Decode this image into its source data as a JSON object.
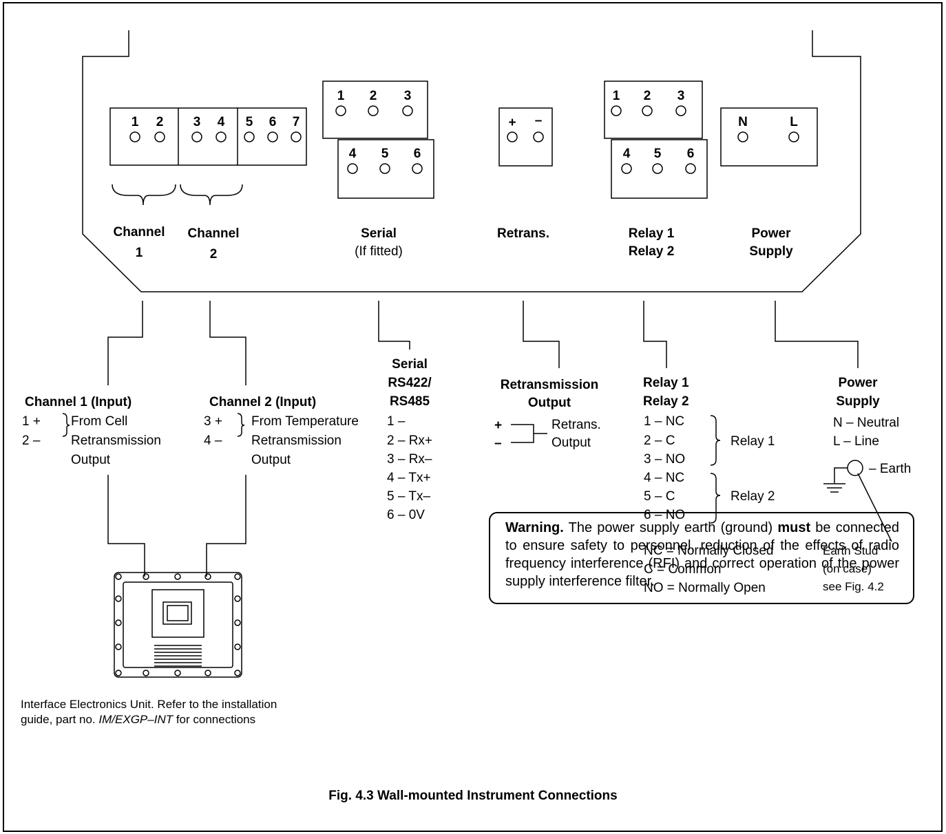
{
  "channel1": {
    "t1": "1",
    "t2": "2",
    "label1": "Channel",
    "label2": "1",
    "heading": "Channel 1 (Input)",
    "r1": "1  +",
    "r2": "2  –",
    "d1": "From Cell",
    "d2": "Retransmission",
    "d3": "Output"
  },
  "channel2": {
    "t3": "3",
    "t4": "4",
    "label1": "Channel",
    "label2": "2",
    "heading": "Channel 2 (Input)",
    "r1": "3  +",
    "r2": "4  –",
    "d1": "From Temperature",
    "d2": "Retransmission",
    "d3": "Output"
  },
  "aux": {
    "t5": "5",
    "t6": "6",
    "t7": "7"
  },
  "serial": {
    "top": [
      "1",
      "2",
      "3"
    ],
    "bottom": [
      "4",
      "5",
      "6"
    ],
    "label": "Serial",
    "sub": "(If fitted)",
    "h1": "Serial",
    "h2": "RS422/",
    "h3": "RS485",
    "rows": [
      "1  –",
      "2  –  Rx+",
      "3  –  Rx–",
      "4  –  Tx+",
      "5  –  Tx–",
      "6  –  0V"
    ]
  },
  "retrans": {
    "plus": "+",
    "minus": "–",
    "label": "Retrans.",
    "h1": "Retransmission",
    "h2": "Output",
    "d1": "Retrans.",
    "d2": "Output"
  },
  "relay": {
    "top": [
      "1",
      "2",
      "3"
    ],
    "bottom": [
      "4",
      "5",
      "6"
    ],
    "label1": "Relay 1",
    "label2": "Relay 2",
    "h1": "Relay 1",
    "h2": "Relay 2",
    "rows": [
      "1  –  NC",
      "2  –  C",
      "3  –  NO",
      "4  –  NC",
      "5  –  C",
      "6  –  NO"
    ],
    "g1": "Relay 1",
    "g2": "Relay 2",
    "k1": "NC = Normally Closed",
    "k2": "C    = Common",
    "k3": "NO = Normally Open"
  },
  "power": {
    "n": "N",
    "l": "L",
    "label1": "Power",
    "label2": "Supply",
    "h1": "Power",
    "h2": "Supply",
    "r1": "N  –  Neutral",
    "r2": "L  –  Line",
    "earth": "–  Earth",
    "s1": "Earth Stud",
    "s2": "(on case)",
    "s3": "see Fig. 4.2"
  },
  "interface": {
    "line1": "Interface Electronics Unit. Refer to the installation",
    "line2a": "guide, part no. ",
    "part": "IM/EXGP–INT",
    "line2b": " for connections"
  },
  "warning": {
    "title": "Warning.",
    "p1": " The power supply earth (ground) ",
    "must": "must",
    "p2": " be connected to ensure safety to personnel, reduction of the effects of radio frequency interference (RFI) and correct operation of the power supply interference filter."
  },
  "caption": "Fig. 4.3 Wall-mounted Instrument Connections"
}
